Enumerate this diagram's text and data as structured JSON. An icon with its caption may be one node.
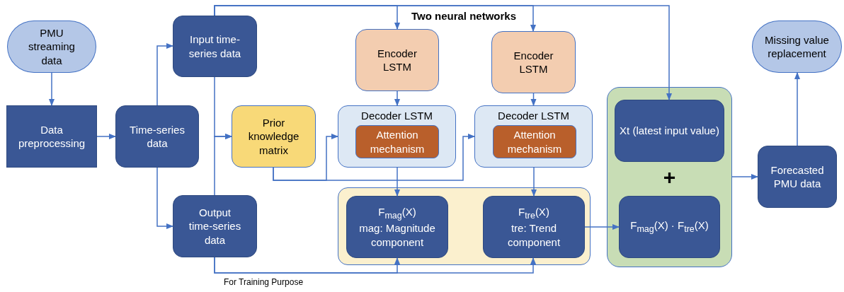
{
  "diagram": {
    "title": "Two neural networks",
    "nodes": [
      {
        "text": [
          "PMU streaming data"
        ]
      },
      {
        "text": [
          "Data preprocessing"
        ]
      },
      {
        "text": [
          "Time-series data"
        ]
      },
      {
        "text": [
          "Input time-series data"
        ]
      },
      {
        "text": [
          "Output time-series data"
        ]
      },
      {
        "text": [
          "Prior knowledge matrix"
        ]
      },
      {
        "text": [
          "Encoder LSTM"
        ]
      },
      {
        "text": [
          "Encoder LSTM"
        ]
      },
      {
        "text": [
          "Decoder LSTM"
        ]
      },
      {
        "text": [
          "Attention mechanism"
        ],
        "in": 8
      },
      {
        "text": [
          "Decoder LSTM"
        ]
      },
      {
        "text": [
          "Attention mechanism"
        ],
        "in": 10
      },
      {
        "text": [],
        "shape": "box"
      },
      {
        "text": [
          "F$_{mag}$(X)",
          "mag: Magnitude component"
        ],
        "in": 12
      },
      {
        "text": [
          "F$_{tre}$(X)",
          "tre: Trend component"
        ],
        "in": 12
      },
      {
        "text": [
          "+"
        ]
      },
      {
        "text": [
          "Xt (latest input value)"
        ],
        "in": 15
      },
      {
        "text": [
          "F$_{mag}$(X) · F$_{tre}$(X)"
        ],
        "in": 15
      },
      {
        "text": [
          "Forecasted PMU data"
        ]
      },
      {
        "text": [
          "Missing value replacement"
        ]
      }
    ],
    "edges": [
      {
        "from": 0,
        "to": 1,
        "arrow": "to"
      },
      {
        "from": 1,
        "to": 2,
        "arrow": "to"
      },
      {
        "from": 2,
        "to": 3,
        "arrow": "to"
      },
      {
        "from": 2,
        "to": 4,
        "arrow": "to"
      },
      {
        "from": 3,
        "to": 5,
        "arrow": "to"
      },
      {
        "from": 4,
        "to": 5,
        "arrow": "to"
      },
      {
        "from": 3,
        "to": 6,
        "arrow": "to"
      },
      {
        "from": 3,
        "to": 7,
        "arrow": "to"
      },
      {
        "from": 3,
        "to": 16,
        "arrow": "to"
      },
      {
        "from": 6,
        "to": 8,
        "arrow": "to"
      },
      {
        "from": 7,
        "to": 10,
        "arrow": "to"
      },
      {
        "from": 5,
        "to": 8,
        "arrow": "to"
      },
      {
        "from": 5,
        "to": 10,
        "arrow": "to"
      },
      {
        "from": 8,
        "to": 13,
        "arrow": "to"
      },
      {
        "from": 10,
        "to": 14,
        "arrow": "to"
      },
      {
        "from": 4,
        "to": 13,
        "arrow": "to"
      },
      {
        "from": 4,
        "to": 14,
        "arrow": "to"
      },
      {
        "from": 14,
        "to": 17,
        "arrow": "to"
      },
      {
        "from": 15,
        "to": 18,
        "arrow": "to"
      },
      {
        "from": 18,
        "to": 19,
        "arrow": "to"
      }
    ],
    "labels": [
      "For Training Purpose"
    ]
  }
}
